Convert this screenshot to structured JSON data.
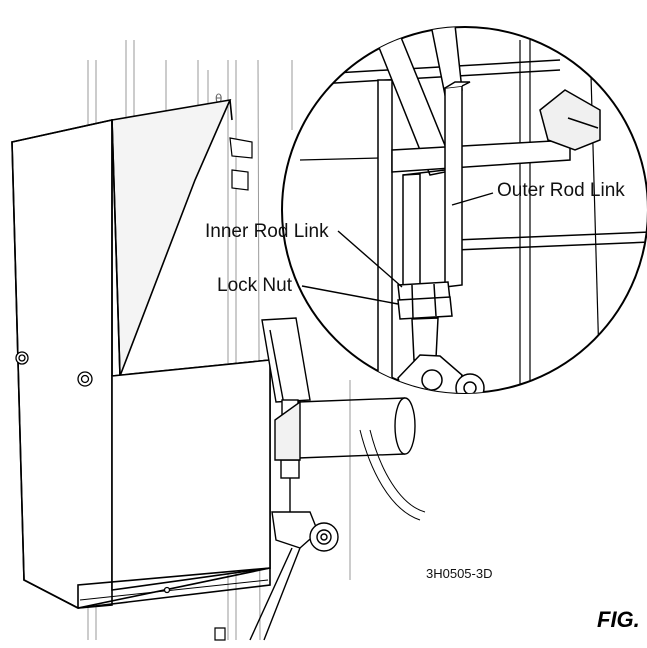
{
  "callouts": {
    "outer_rod_link": "Outer Rod Link",
    "inner_rod_link": "Inner Rod Link",
    "lock_nut": "Lock Nut"
  },
  "drawing_code": "3H0505-3D",
  "figure_label": "FIG.",
  "colors": {
    "line": "#000000",
    "light_line": "#9a9a9a",
    "panel_fill": "#ffffff",
    "shade": "#e6e6e6"
  }
}
